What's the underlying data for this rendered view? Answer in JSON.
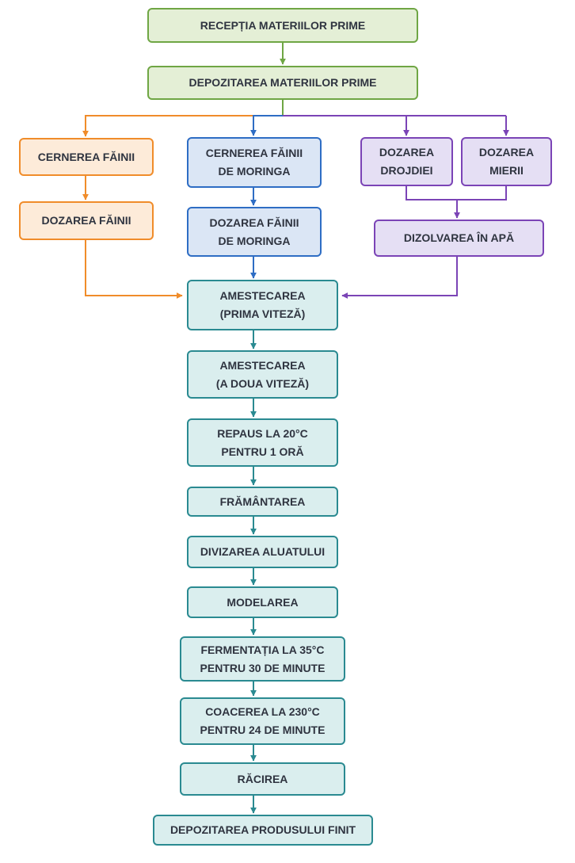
{
  "colors": {
    "green": "#6fa644",
    "orange": "#f08c2a",
    "blue": "#2e6dc4",
    "purple": "#7b44b6",
    "teal": "#2a8a91"
  },
  "steps": {
    "receptia": "RECEPȚIA MATERIILOR PRIME",
    "depozitarea_mp": "DEPOZITAREA MATERIILOR PRIME",
    "cernerea_fainii": "CERNEREA FĂINII",
    "dozarea_fainii": "DOZAREA FĂINII",
    "cernerea_moringa": "CERNEREA FĂINII\nDE MORINGA",
    "dozarea_moringa": "DOZAREA FĂINII\nDE MORINGA",
    "dozarea_drojdiei": "DOZAREA\nDROJDIEI",
    "dozarea_mierii": "DOZAREA\nMIERII",
    "dizolvarea": "DIZOLVAREA ÎN APĂ",
    "amestecarea_1": "AMESTECAREA\n(PRIMA VITEZĂ)",
    "amestecarea_2": "AMESTECAREA\n(A DOUA VITEZĂ)",
    "repaus": "REPAUS LA 20°C\nPENTRU 1 ORĂ",
    "framantarea": "FRĂMÂNTAREA",
    "divizarea": "DIVIZAREA ALUATULUI",
    "modelarea": "MODELAREA",
    "fermentatia": "FERMENTAȚIA LA 35°C\nPENTRU 30 DE MINUTE",
    "coacerea": "COACEREA LA 230°C\nPENTRU 24 DE MINUTE",
    "racirea": "RĂCIREA",
    "depozitarea_pf": "DEPOZITAREA PRODUSULUI FINIT"
  }
}
